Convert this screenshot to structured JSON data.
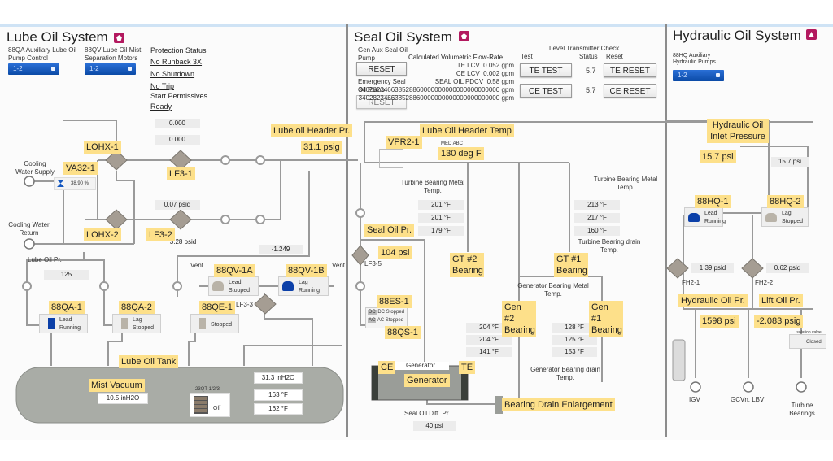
{
  "lube_oil": {
    "title": "Lube Oil System",
    "aux_pump_label": "88QA Auxiliary Lube Oil Pump Control",
    "aux_pump_select": "1-2",
    "mist_label": "88QV Lube Oil Mist Separation Motors",
    "mist_select": "1-2",
    "protection": {
      "heading": "Protection Status",
      "items": [
        "No Runback 3X",
        "No Shutdown",
        "No Trip"
      ],
      "start_permissives": "Start Permissives",
      "ready": "Ready"
    },
    "cooling_supply": "Cooling Water Supply",
    "cooling_return": "Cooling Water Return",
    "va32_value": "38.90 %",
    "lf3_1_val_top": "0.000",
    "lf3_1_val": "0.000",
    "lf3_2_val": "0.07 psid",
    "lf3_2_val_bottom": "3.28 psid",
    "header_value_box": "-1.249",
    "lube_oil_pr_label": "Lube Oil  Pr.",
    "lube_oil_pr_value": "125",
    "vent_left": "Vent",
    "vent_right": "Vent",
    "lf3_3": "LF3-3",
    "pumps": {
      "qa1": {
        "role": "Lead",
        "status": "Running"
      },
      "qa2": {
        "role": "Lag",
        "status": "Stopped"
      },
      "qe1": {
        "status": "Stopped"
      },
      "qv1a": {
        "role": "Lead",
        "status": "Stopped"
      },
      "qv1b": {
        "role": "Lag",
        "status": "Running"
      }
    },
    "tank": {
      "vacuum": "10.5 inH2O",
      "pressure": "31.3 inH2O",
      "temp1": "163 °F",
      "temp2": "162 °F",
      "heater_label": "23QT-1/2/3",
      "heater_status": "Off"
    }
  },
  "seal_oil": {
    "title": "Seal Oil System",
    "gen_aux_label": "Gen Aux Seal Oil Pump",
    "reset_label": "RESET",
    "emergency_label": "Emergency Seal Oil Pump",
    "emergency_reset": "RESET",
    "flow_heading": "Calculated Volumetric Flow-Rate",
    "flows": [
      {
        "name": "TE LCV",
        "value": "0.052",
        "unit": "gpm"
      },
      {
        "name": "CE LCV",
        "value": "0.002",
        "unit": "gpm"
      },
      {
        "name": "SEAL OIL PDCV",
        "value": "0.58",
        "unit": "gpm"
      },
      {
        "name": "",
        "value": "340282346638528860000000000000000000000",
        "unit": "gpm"
      },
      {
        "name": "",
        "value": "340282346638528860000000000000000000000",
        "unit": "gpm"
      }
    ],
    "level_heading": "Level Transmitter Check",
    "col_test": "Test",
    "col_status": "Status",
    "col_reset": "Reset",
    "te_test": "TE TEST",
    "ce_test": "CE TEST",
    "te_status": "5.7",
    "ce_status": "5.7",
    "te_reset": "TE RESET",
    "ce_reset": "CE RESET",
    "med_abc": "MED ABC",
    "tb_metal_left": "Turbine Bearing Metal Temp.",
    "tb_left_vals": [
      "201 °F",
      "201 °F",
      "179 °F"
    ],
    "tb_metal_right": "Turbine Bearing Metal Temp.",
    "tb_right_vals": [
      "213 °F",
      "217 °F",
      "160 °F"
    ],
    "tb_drain": "Turbine Bearing drain Temp.",
    "lf3_5": "LF3-5",
    "es1_dc": "DC Stopped",
    "es1_ac": "AC Stopped",
    "dc_badge": "DC",
    "ac_badge": "AC",
    "gb_metal": "Generator Bearing Metal Temp.",
    "gen2_vals": [
      "204 °F",
      "204 °F",
      "141 °F"
    ],
    "gen1_vals": [
      "128 °F",
      "125 °F",
      "153 °F"
    ],
    "gb_drain": "Generator Bearing drain Temp.",
    "generator_header": "Generator",
    "seal_diff_label": "Seal  Oil Diff.  Pr.",
    "seal_diff_value": "40 psi"
  },
  "hydraulic": {
    "title": "Hydraulic Oil System",
    "aux_label": "88HQ Auxiliary Hydraulic Pumps",
    "aux_select": "1-2",
    "inlet_value_box": "15.7 psi",
    "hq1": {
      "role": "Lead",
      "status": "Running"
    },
    "hq2": {
      "role": "Lag",
      "status": "Stopped"
    },
    "fh2_1": "FH2-1",
    "fh2_2": "FH2-2",
    "fh2_1_val": "1.39 psid",
    "fh2_2_val": "0.62 psid",
    "isolation_label": "Isolation valve",
    "isolation_status": "Closed",
    "dest_igv": "IGV",
    "dest_gcv": "GCVn, LBV",
    "dest_tb": "Turbine Bearings"
  },
  "annotations": {
    "lohx1": "LOHX-1",
    "lohx2": "LOHX-2",
    "va32": "VA32-1",
    "lf31": "LF3-1",
    "lf32": "LF3-2",
    "header_pr": "Lube oil Header Pr.",
    "header_pr_val": "31.1 psig",
    "qv1a": "88QV-1A",
    "qv1b": "88QV-1B",
    "qa1": "88QA-1",
    "qa2": "88QA-2",
    "qe1": "88QE-1",
    "tank": "Lube Oil Tank",
    "mist_vacuum": "Mist Vacuum",
    "vpr": "VPR2-1",
    "header_temp": "Lube Oil Header Temp",
    "header_temp_val": "130 deg F",
    "seal_pr": "Seal Oil Pr.",
    "seal_pr_val": "104 psi",
    "gt2": "GT #2 Bearing",
    "gt1": "GT #1 Bearing",
    "es1": "88ES-1",
    "qs1": "88QS-1",
    "gen2": "Gen #2 Bearing",
    "gen1": "Gen #1 Bearing",
    "ce": "CE",
    "te": "TE",
    "generator": "Generator",
    "drain": "Bearing Drain Enlargement",
    "hyd_inlet": "Hydraulic Oil Inlet Pressure",
    "hyd_inlet_val": "15.7 psi",
    "hq1": "88HQ-1",
    "hq2": "88HQ-2",
    "hyd_pr": "Hydraulic Oil Pr.",
    "hyd_pr_val": "1598 psi",
    "lift_pr": "Lift Oil Pr.",
    "lift_pr_val": "-2.083 psig"
  },
  "colors": {
    "annotation": "#fde08a",
    "alarm": "#b3195f",
    "running": "#0b3fa8",
    "stopped": "#b9b3a8",
    "pipe": "#9a9a9a"
  }
}
